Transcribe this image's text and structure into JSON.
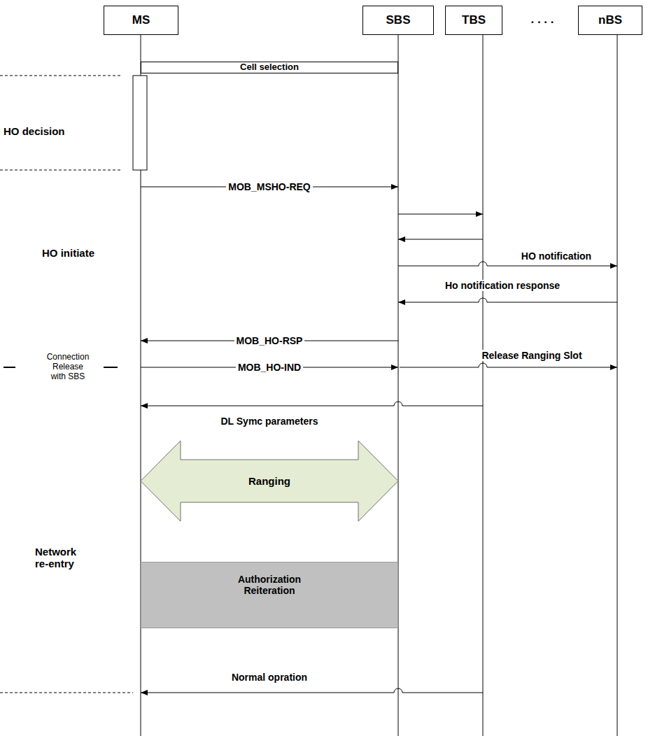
{
  "diagram": {
    "nodes": [
      {
        "text": [
          "MS"
        ]
      },
      {
        "text": [
          "SBS"
        ]
      },
      {
        "text": [
          "TBS"
        ]
      },
      {
        "text": [
          "nBS"
        ]
      },
      {
        "text": [
          "Cell selection"
        ]
      },
      {
        "text": [
          "Ranging"
        ]
      },
      {
        "text": [
          "Authorization Reiteration"
        ]
      }
    ],
    "labels": [
      ". . . .",
      "HO decision",
      "MOB_MSHO-REQ",
      "HO initiate",
      "HO notification",
      "Ho notification response",
      "MOB_HO-RSP",
      "Connection Release with SBS",
      "MOB_HO-IND",
      "Release Ranging Slot",
      "DL Symc parameters",
      "Network re-entry",
      "Normal opration"
    ]
  }
}
